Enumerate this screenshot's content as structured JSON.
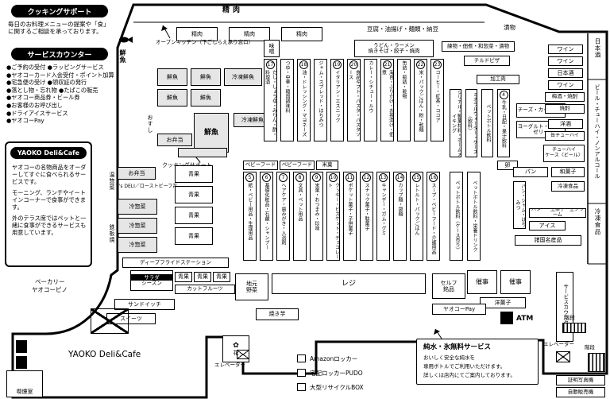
{
  "colors": {
    "wall": "#000000",
    "box_fill": "#ffffff",
    "gray_fill": "#e6e6e6"
  },
  "left_panel": {
    "cooking_support": {
      "title": "クッキングサポート",
      "body": "毎日のお料理メニューの提案や「食」に関するご相談を承っております。"
    },
    "service_counter": {
      "title": "サービスカウンター",
      "items": [
        "●ご予約の受付 ●ラッピングサービス",
        "●ヤオコーカード入会受付・ポイント加算",
        "●宅急便の受け ●領収証の発行",
        "●落とし物・忘れ物 ●たばこの販売",
        "●ヤオコー商品券・ビール券",
        "●お客様のお呼び出し",
        "●ドライアイスサービス",
        "●ヤオコーPay"
      ]
    },
    "deli_cafe": {
      "title": "YAOKO Deli&Cafe",
      "p1": "ヤオコーの名物商品をオーダーしてすぐに食べられるサービスです。",
      "p2": "モーニング、ランチやイートインコーナーで食事ができます。",
      "p3": "外のテラス席ではペットと一緒に食事ができるサービスも用意しています。"
    }
  },
  "map": {
    "labels": {
      "meat_banner": "精肉",
      "meat1": "精肉",
      "meat2": "精肉",
      "meat3": "精肉",
      "open_kitchen": "オープンキッチン（下ごしらえ承り窓口）",
      "fish_wall": "鮮魚",
      "fish1": "鮮魚",
      "fish2": "鮮魚",
      "frozen_fish1": "冷凍鮮魚",
      "fish3": "鮮魚",
      "fish4": "鮮魚",
      "fish5": "鮮魚",
      "frozen_fish2": "冷凍鮮魚",
      "miso": "味噌",
      "sushi": "おすし",
      "bento1": "お弁当",
      "bento2": "お弁当",
      "cooking_support": "クッキングサポート",
      "ys_deli": "Y's DELI／ローストビーフ丼",
      "cold1": "冷惣菜",
      "cold2": "冷惣菜",
      "cold3": "冷惣菜",
      "pro1": "青果",
      "pro2": "青果",
      "pro3": "青果",
      "pro4": "青果",
      "pro5": "青果",
      "pro6": "青果",
      "pro7": "青果",
      "warm": "温惣菜",
      "teppan": "鉄板焼",
      "deep_fry": "ディープフライドステーション",
      "salad_l1": "サラダ",
      "salad_l2": "シーズン",
      "cut_fruit": "カットフルーツ",
      "sandwich": "サンドイッチ",
      "sweets": "スイーツ",
      "bakery_l1": "ベーカリー",
      "bakery_l2": "ヤオコーピノ",
      "deli_cafe": "YAOKO Deli&Cafe",
      "smoking": "喫煙室",
      "tofu": "豆腐・油揚げ・麺類・納豆",
      "tsukemono": "漬物",
      "udon_l1": "うどん・ラーメン",
      "udon_l2": "焼きそば・餃子・焼肉",
      "nerimono": "練物・佃煮・和惣菜・漬物",
      "pizza": "チルドピザ",
      "kakoniku": "加工肉",
      "wine1": "ワイン",
      "wine2": "ワイン",
      "sake": "日本酒",
      "wine3": "ワイン",
      "umeshu": "梅酒・焼酎",
      "shochu": "焼酎",
      "yoshu": "洋酒",
      "canchu": "缶チューハイ",
      "chucase_l1": "チューハイ",
      "chucase_l2": "ケース〈ビール〉",
      "cheese": "チーズ・カップ飲料",
      "yogurt_l1": "ヨーグルト・プリン",
      "yogurt_l2": "ゼリー",
      "egg": "卵",
      "cereal": "シリアル・製菓材料・ホームメイキング",
      "mineral": "ミネラルウォーター・ケース〈飲料〉",
      "pet1": "ペットボトル飲料",
      "pan": "パン",
      "wagashi": "和菓子",
      "frozen1": "冷凍食品",
      "panjam": "パン・ジャム・はちみつ",
      "butter": "バター・生菓子・生クリーム",
      "ice": "アイス",
      "meisan": "諸国名産品",
      "petcase": "ペットボトル飲料〈ケース売り〉",
      "petdrink": "ペットボトル飲料・栄養ドリンク",
      "baby1": "ベビーフード",
      "baby2": "ベビーフード",
      "beika": "米菓",
      "local_l1": "地元",
      "local_l2": "野菜",
      "reg": "レジ",
      "self_l1": "セルフ",
      "self_l2": "銘品",
      "event1": "催事",
      "event2": "催事",
      "yogashi": "洋菓子",
      "ypay": "ヤオコーPay",
      "atm": "ATM",
      "svc_counter": "サービスカウンター",
      "stairs1": "階段",
      "stairs2": "階段",
      "junsui_title": "純水・氷無料サービス",
      "junsui_1": "おいしく安全な純水を",
      "junsui_2": "専用ボトルでご利用いただけます。",
      "junsui_3": "詳しくは店内にてご案内しております。",
      "amazon": "Amazonロッカー",
      "pudo": "宅配ロッカーPUDO",
      "recycle": "大型リサイクルBOX",
      "elev1": "エレベーター",
      "elev2": "エレベーター",
      "photo": "証明写真機",
      "vending": "自動販売機",
      "flower": "花",
      "yakiimo": "焼き芋",
      "sake_wall": "日本酒",
      "beer_wall": "ビール・チューハイ・ノンアルコール",
      "frozen_wall": "冷凍食品"
    },
    "milk_aisle": {
      "num": "4",
      "label": "牛乳・日配・果汁飲料"
    },
    "aisles_top": [
      {
        "num": "17",
        "label": "だし・しょうゆ・みりん・酢・料理酒"
      },
      {
        "num": "",
        "label": "つゆ・中華・韓国調味料"
      },
      {
        "num": "18",
        "label": "油・ドレッシング・マヨネーズ"
      },
      {
        "num": "",
        "label": "ジャム・スプレッド・はちみつ"
      },
      {
        "num": "19",
        "label": "イタリアン・エスニック"
      },
      {
        "num": "20",
        "label": "食品ギフト・パスタ・パスタソース"
      },
      {
        "num": "",
        "label": "カレー・シチュー・ルウ"
      },
      {
        "num": "21",
        "label": "海苔・ふりかけ・お茶漬け・佃煮"
      },
      {
        "num": "",
        "label": "缶詰・瓶詰・乾物"
      },
      {
        "num": "22",
        "label": "米・パックごはん・粉・乾麺"
      },
      {
        "num": "23",
        "label": "コーヒー・紅茶・ココア"
      }
    ],
    "aisles_bottom": [
      {
        "num": "5",
        "label": "紙・ベビー用品・生理用品"
      },
      {
        "num": "6",
        "label": "基礎化粧品・石鹸・シャンプー"
      },
      {
        "num": "7",
        "label": "ヘアケア・歯みがき・入浴剤"
      },
      {
        "num": "8",
        "label": "文具・ペット用品"
      },
      {
        "num": "9",
        "label": "米菓・おつまみ・珍味"
      },
      {
        "num": "10",
        "label": "クッキー・ビスケット・チョコレート"
      },
      {
        "num": "11",
        "label": "ポケット菓子・子供菓子"
      },
      {
        "num": "12",
        "label": "スナック菓子・駄菓子"
      },
      {
        "num": "13",
        "label": "キャンデー・ガム・グミ"
      },
      {
        "num": "14",
        "label": "カップ麺・袋麺"
      },
      {
        "num": "15",
        "label": "レトルト・パックごはん"
      },
      {
        "num": "16",
        "label": "スープ・ベビーフード・介護用品"
      }
    ]
  }
}
